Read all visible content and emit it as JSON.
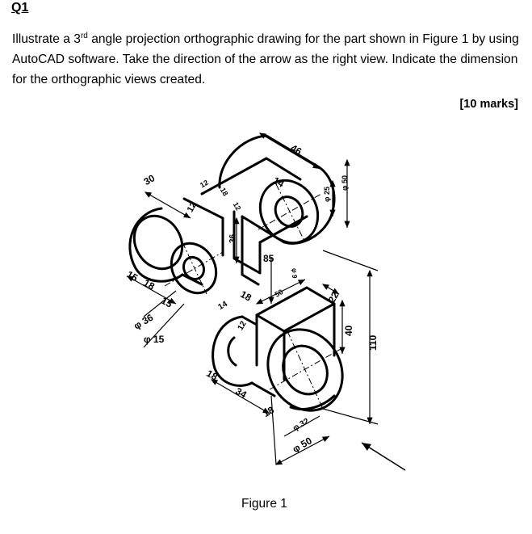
{
  "question": {
    "number": "Q1",
    "text_before_sup": "Illustrate a 3",
    "sup": "rd",
    "text_after_sup": " angle projection orthographic drawing for the part shown in Figure 1 by using AutoCAD software.  Take the direction of the arrow as the right view. Indicate the dimension for the orthographic views created.",
    "marks": "[10 marks]"
  },
  "figure": {
    "caption": "Figure 1",
    "dimensions": {
      "d46": "46",
      "d14_top": "14",
      "d12a": "12",
      "d12b": "12",
      "d18_top": "18",
      "d12_top": "12",
      "d30": "30",
      "d36_mid": "36",
      "d85": "85",
      "phi25": "φ 25",
      "phi50_top": "φ 50",
      "d15a": "15",
      "d18a": "18",
      "d15b": "15",
      "phi36": "φ 36",
      "phi15": "φ 15",
      "d18_mid": "18",
      "d50_small": "50",
      "phi9": "φ 9",
      "d14_low": "14",
      "d12_low": "12",
      "d22": "22",
      "d40": "40",
      "d110": "110",
      "d18_low": "18",
      "d34": "34",
      "d18_bot": "18",
      "phi32": "φ 32",
      "phi50_bot": "φ 50"
    }
  }
}
